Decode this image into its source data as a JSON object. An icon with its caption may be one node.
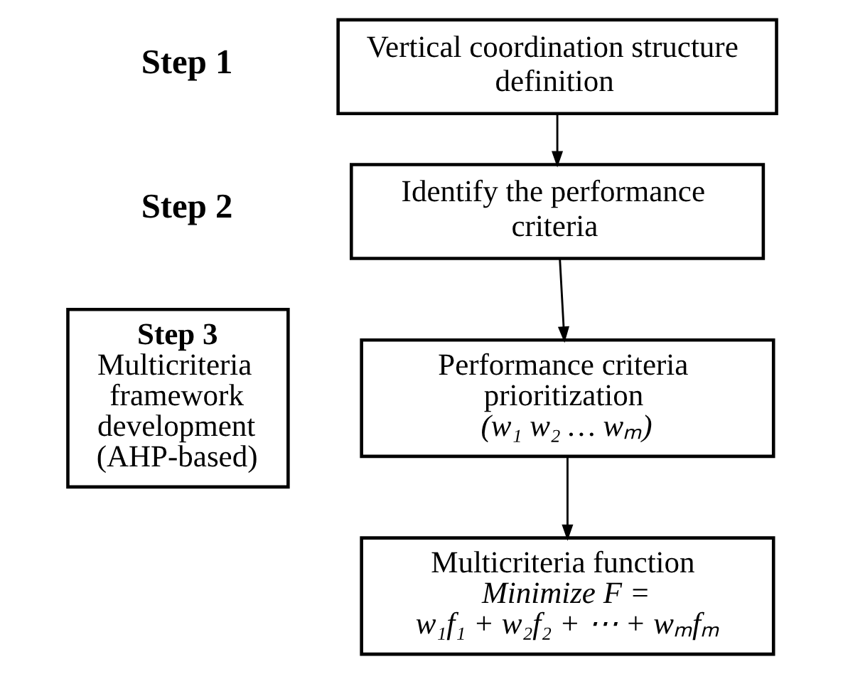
{
  "diagram": {
    "nodes": [
      {
        "text": [
          "Vertical coordination structure definition"
        ]
      },
      {
        "text": [
          "Identify the performance criteria"
        ]
      },
      {
        "text": [
          "Performance criteria prioritization",
          "(w₁ w₂ … wₘ)"
        ]
      },
      {
        "text": [
          "Multicriteria function",
          "Minimize F =",
          "w₁f₁ + w₂f₂ + ⋯ + wₘfₘ"
        ]
      },
      {
        "text": [
          "Step 3",
          "Multicriteria framework development (AHP-based)"
        ]
      }
    ],
    "edges": [
      {
        "from": 0,
        "to": 1,
        "arrow": "to"
      },
      {
        "from": 1,
        "to": 2,
        "arrow": "to"
      },
      {
        "from": 2,
        "to": 3,
        "arrow": "to"
      }
    ],
    "labels": [
      "Step 1",
      "Step 2"
    ]
  }
}
